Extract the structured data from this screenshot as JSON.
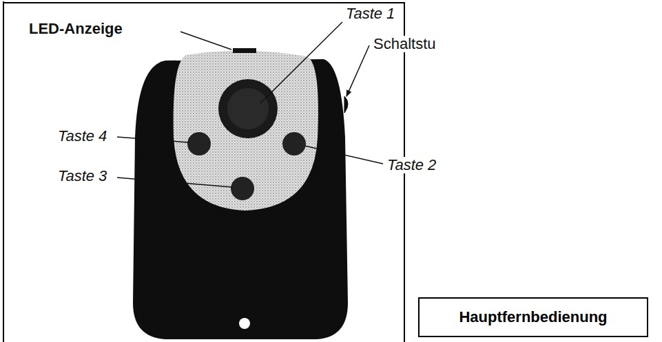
{
  "diagram": {
    "nodes": [
      {
        "text": [
          "Hauptfernbedienung"
        ]
      }
    ],
    "labels": [
      "LED-Anzeige",
      "Taste 1",
      "Schaltstu",
      "Taste 4",
      "Taste 2",
      "Taste 3"
    ]
  }
}
